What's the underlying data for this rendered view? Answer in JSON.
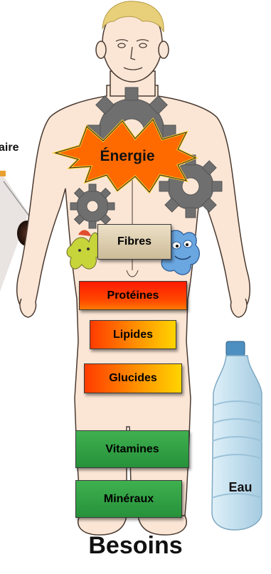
{
  "title": "Besoins",
  "energy_label": "Énergie",
  "left_partial_text": "aire",
  "nutrients": [
    {
      "id": "fibres",
      "label": "Fibres"
    },
    {
      "id": "proteines",
      "label": "Protéines"
    },
    {
      "id": "lipides",
      "label": "Lipides"
    },
    {
      "id": "glucides",
      "label": "Glucides"
    },
    {
      "id": "vitamines",
      "label": "Vitamines"
    },
    {
      "id": "mineraux",
      "label": "Minéraux"
    }
  ],
  "water_label": "Eau",
  "colors": {
    "skin": "#fbe6d6",
    "outline": "#4a3a30",
    "hair": "#e8cf7a",
    "gear": "#6e6e6e",
    "energy_burst": "#ff6a00",
    "energy_burst_edge": "#ffcf2e",
    "green_box": "#2e9f43",
    "bottle": "#cfe6f2",
    "cap": "#4d8fc0"
  },
  "icons": [
    "gear-icon",
    "energy-burst-icon",
    "bacteria-icon",
    "water-bottle-icon",
    "food-photo-icon"
  ]
}
